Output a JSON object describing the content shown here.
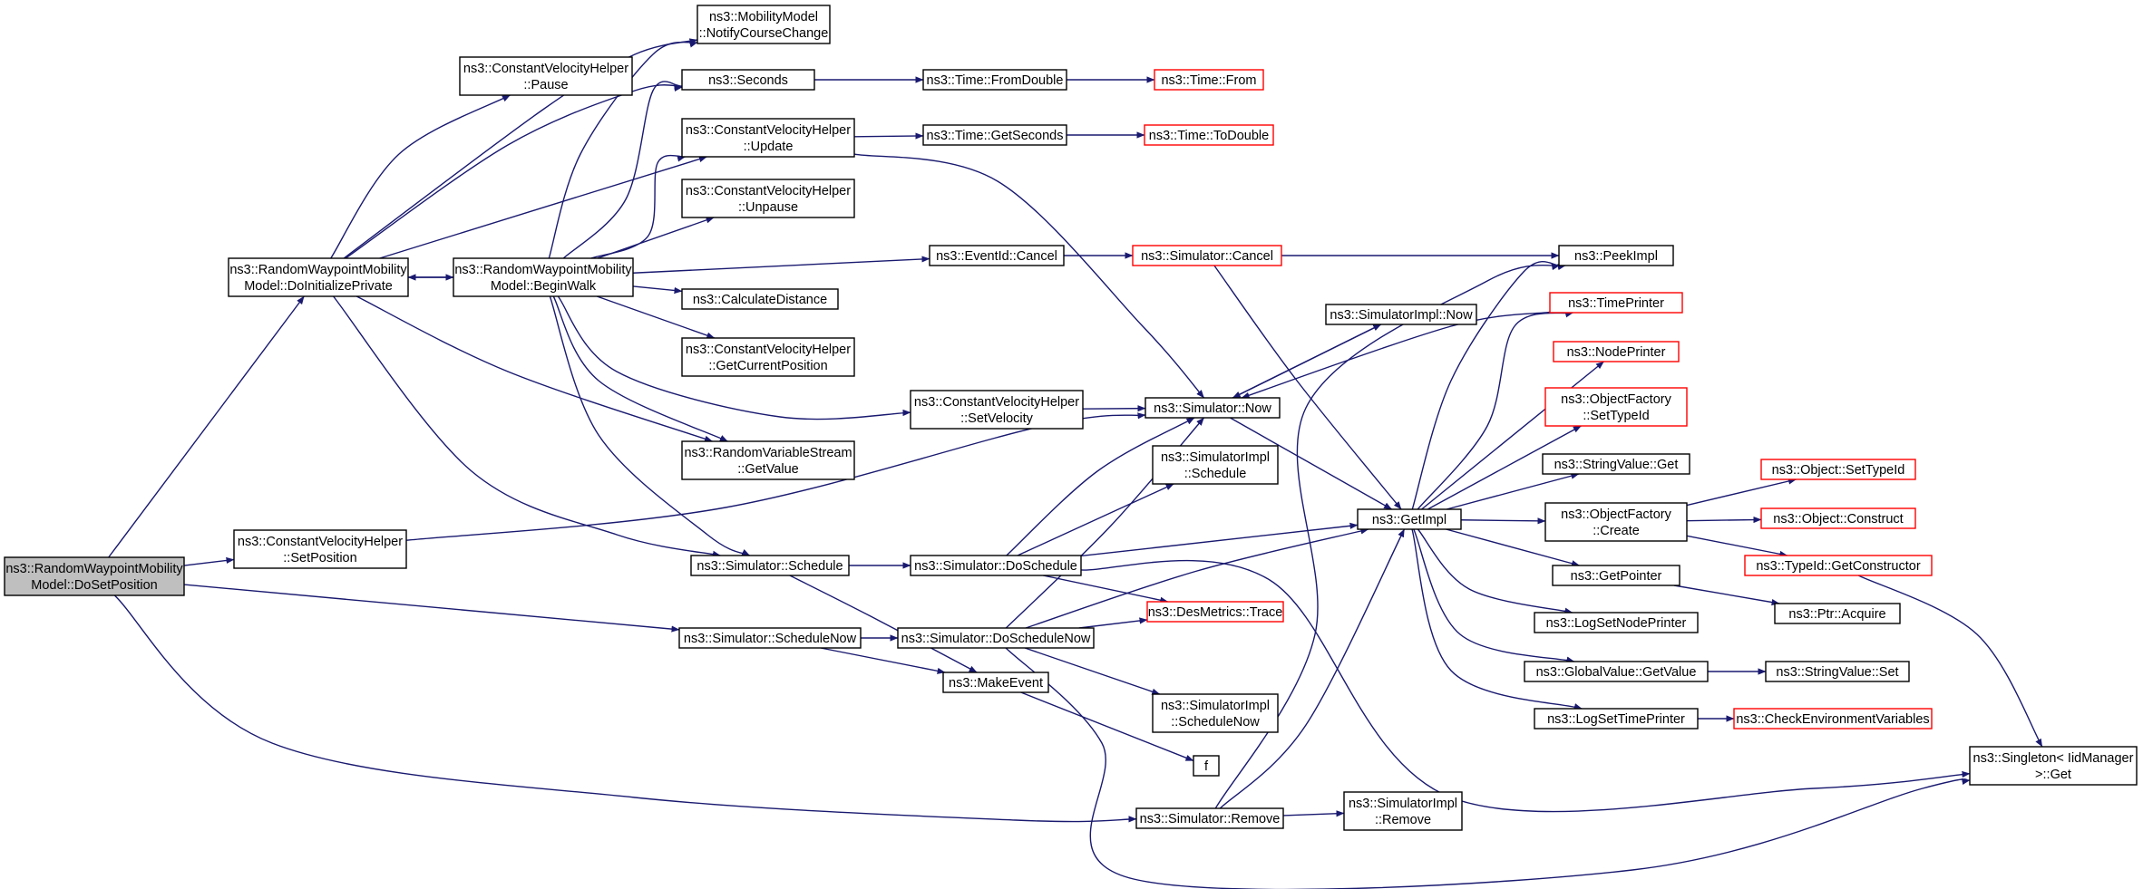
{
  "diagram": {
    "colors": {
      "edge": "#191970",
      "border_default": "#000000",
      "border_truncated": "#ff0000",
      "fill_default": "#ffffff",
      "fill_root": "#bfbfbf"
    },
    "nodes": [
      {
        "id": "doSetPosition",
        "lines": [
          "ns3::RandomWaypointMobility",
          "Model::DoSetPosition"
        ],
        "style": "root"
      },
      {
        "id": "doInitPriv",
        "lines": [
          "ns3::RandomWaypointMobility",
          "Model::DoInitializePrivate"
        ],
        "style": "normal"
      },
      {
        "id": "cvhSetPos",
        "lines": [
          "ns3::ConstantVelocityHelper",
          "::SetPosition"
        ],
        "style": "normal"
      },
      {
        "id": "cvhPause",
        "lines": [
          "ns3::ConstantVelocityHelper",
          "::Pause"
        ],
        "style": "normal"
      },
      {
        "id": "mmNotify",
        "lines": [
          "ns3::MobilityModel",
          "::NotifyCourseChange"
        ],
        "style": "normal"
      },
      {
        "id": "seconds",
        "lines": [
          "ns3::Seconds"
        ],
        "style": "normal"
      },
      {
        "id": "cvhUpdate",
        "lines": [
          "ns3::ConstantVelocityHelper",
          "::Update"
        ],
        "style": "normal"
      },
      {
        "id": "cvhUnpause",
        "lines": [
          "ns3::ConstantVelocityHelper",
          "::Unpause"
        ],
        "style": "normal"
      },
      {
        "id": "beginWalk",
        "lines": [
          "ns3::RandomWaypointMobility",
          "Model::BeginWalk"
        ],
        "style": "normal"
      },
      {
        "id": "calcDist",
        "lines": [
          "ns3::CalculateDistance"
        ],
        "style": "normal"
      },
      {
        "id": "cvhGetCur",
        "lines": [
          "ns3::ConstantVelocityHelper",
          "::GetCurrentPosition"
        ],
        "style": "normal"
      },
      {
        "id": "rvsGetValue",
        "lines": [
          "ns3::RandomVariableStream",
          "::GetValue"
        ],
        "style": "normal"
      },
      {
        "id": "simSchedule",
        "lines": [
          "ns3::Simulator::Schedule"
        ],
        "style": "normal"
      },
      {
        "id": "simScheduleNow",
        "lines": [
          "ns3::Simulator::ScheduleNow"
        ],
        "style": "normal"
      },
      {
        "id": "timeFromDouble",
        "lines": [
          "ns3::Time::FromDouble"
        ],
        "style": "normal"
      },
      {
        "id": "timeFrom",
        "lines": [
          "ns3::Time::From"
        ],
        "style": "truncated"
      },
      {
        "id": "timeGetSeconds",
        "lines": [
          "ns3::Time::GetSeconds"
        ],
        "style": "normal"
      },
      {
        "id": "timeToDouble",
        "lines": [
          "ns3::Time::ToDouble"
        ],
        "style": "truncated"
      },
      {
        "id": "eventIdCancel",
        "lines": [
          "ns3::EventId::Cancel"
        ],
        "style": "normal"
      },
      {
        "id": "simCancel",
        "lines": [
          "ns3::Simulator::Cancel"
        ],
        "style": "truncated"
      },
      {
        "id": "cvhSetVel",
        "lines": [
          "ns3::ConstantVelocityHelper",
          "::SetVelocity"
        ],
        "style": "normal"
      },
      {
        "id": "simNow",
        "lines": [
          "ns3::Simulator::Now"
        ],
        "style": "normal"
      },
      {
        "id": "simImplNow",
        "lines": [
          "ns3::SimulatorImpl::Now"
        ],
        "style": "normal"
      },
      {
        "id": "simImplSchedule",
        "lines": [
          "ns3::SimulatorImpl",
          "::Schedule"
        ],
        "style": "normal"
      },
      {
        "id": "simDoSchedule",
        "lines": [
          "ns3::Simulator::DoSchedule"
        ],
        "style": "normal"
      },
      {
        "id": "simDoScheduleNow",
        "lines": [
          "ns3::Simulator::DoScheduleNow"
        ],
        "style": "normal"
      },
      {
        "id": "desMetricsTrace",
        "lines": [
          "ns3::DesMetrics::Trace"
        ],
        "style": "truncated"
      },
      {
        "id": "makeEvent",
        "lines": [
          "ns3::MakeEvent"
        ],
        "style": "normal"
      },
      {
        "id": "simImplScheduleNow",
        "lines": [
          "ns3::SimulatorImpl",
          "::ScheduleNow"
        ],
        "style": "normal"
      },
      {
        "id": "f",
        "lines": [
          "f"
        ],
        "style": "normal"
      },
      {
        "id": "simRemove",
        "lines": [
          "ns3::Simulator::Remove"
        ],
        "style": "normal"
      },
      {
        "id": "simImplRemove",
        "lines": [
          "ns3::SimulatorImpl",
          "::Remove"
        ],
        "style": "normal"
      },
      {
        "id": "getImpl",
        "lines": [
          "ns3::GetImpl"
        ],
        "style": "normal"
      },
      {
        "id": "peekImpl",
        "lines": [
          "ns3::PeekImpl"
        ],
        "style": "normal"
      },
      {
        "id": "timePrinter",
        "lines": [
          "ns3::TimePrinter"
        ],
        "style": "truncated"
      },
      {
        "id": "nodePrinter",
        "lines": [
          "ns3::NodePrinter"
        ],
        "style": "truncated"
      },
      {
        "id": "ofSetTypeId",
        "lines": [
          "ns3::ObjectFactory",
          "::SetTypeId"
        ],
        "style": "truncated"
      },
      {
        "id": "stringValueGet",
        "lines": [
          "ns3::StringValue::Get"
        ],
        "style": "normal"
      },
      {
        "id": "ofCreate",
        "lines": [
          "ns3::ObjectFactory",
          "::Create"
        ],
        "style": "normal"
      },
      {
        "id": "getPointer",
        "lines": [
          "ns3::GetPointer"
        ],
        "style": "normal"
      },
      {
        "id": "logSetNodePrinter",
        "lines": [
          "ns3::LogSetNodePrinter"
        ],
        "style": "normal"
      },
      {
        "id": "gvGetValue",
        "lines": [
          "ns3::GlobalValue::GetValue"
        ],
        "style": "normal"
      },
      {
        "id": "logSetTimePrinter",
        "lines": [
          "ns3::LogSetTimePrinter"
        ],
        "style": "normal"
      },
      {
        "id": "objSetTypeId",
        "lines": [
          "ns3::Object::SetTypeId"
        ],
        "style": "truncated"
      },
      {
        "id": "objConstruct",
        "lines": [
          "ns3::Object::Construct"
        ],
        "style": "truncated"
      },
      {
        "id": "typeIdGetCtor",
        "lines": [
          "ns3::TypeId::GetConstructor"
        ],
        "style": "truncated"
      },
      {
        "id": "ptrAcquire",
        "lines": [
          "ns3::Ptr::Acquire"
        ],
        "style": "normal"
      },
      {
        "id": "stringValueSet",
        "lines": [
          "ns3::StringValue::Set"
        ],
        "style": "normal"
      },
      {
        "id": "checkEnvVars",
        "lines": [
          "ns3::CheckEnvironmentVariables"
        ],
        "style": "truncated"
      },
      {
        "id": "singletonGet",
        "lines": [
          "ns3::Singleton< IidManager",
          " >::Get"
        ],
        "style": "normal"
      }
    ],
    "edges": [
      [
        "doSetPosition",
        "doInitPriv"
      ],
      [
        "doSetPosition",
        "cvhSetPos"
      ],
      [
        "doSetPosition",
        "simScheduleNow"
      ],
      [
        "doSetPosition",
        "simRemove"
      ],
      [
        "doInitPriv",
        "cvhPause"
      ],
      [
        "doInitPriv",
        "mmNotify"
      ],
      [
        "doInitPriv",
        "seconds"
      ],
      [
        "doInitPriv",
        "cvhUpdate"
      ],
      [
        "doInitPriv",
        "beginWalk"
      ],
      [
        "doInitPriv",
        "rvsGetValue"
      ],
      [
        "doInitPriv",
        "simSchedule"
      ],
      [
        "beginWalk",
        "doInitPriv"
      ],
      [
        "beginWalk",
        "mmNotify"
      ],
      [
        "beginWalk",
        "seconds"
      ],
      [
        "beginWalk",
        "cvhUpdate"
      ],
      [
        "beginWalk",
        "cvhUnpause"
      ],
      [
        "beginWalk",
        "calcDist"
      ],
      [
        "beginWalk",
        "cvhGetCur"
      ],
      [
        "beginWalk",
        "rvsGetValue"
      ],
      [
        "beginWalk",
        "eventIdCancel"
      ],
      [
        "beginWalk",
        "cvhSetVel"
      ],
      [
        "beginWalk",
        "simSchedule"
      ],
      [
        "cvhSetPos",
        "simNow"
      ],
      [
        "seconds",
        "timeFromDouble"
      ],
      [
        "timeFromDouble",
        "timeFrom"
      ],
      [
        "cvhUpdate",
        "timeGetSeconds"
      ],
      [
        "cvhUpdate",
        "simNow"
      ],
      [
        "timeGetSeconds",
        "timeToDouble"
      ],
      [
        "eventIdCancel",
        "simCancel"
      ],
      [
        "simCancel",
        "peekImpl"
      ],
      [
        "simCancel",
        "getImpl"
      ],
      [
        "cvhSetVel",
        "simNow"
      ],
      [
        "simNow",
        "simImplNow"
      ],
      [
        "simNow",
        "getImpl"
      ],
      [
        "simSchedule",
        "simDoSchedule"
      ],
      [
        "simSchedule",
        "makeEvent"
      ],
      [
        "simScheduleNow",
        "simDoScheduleNow"
      ],
      [
        "simScheduleNow",
        "makeEvent"
      ],
      [
        "simDoSchedule",
        "simNow"
      ],
      [
        "simDoSchedule",
        "simImplSchedule"
      ],
      [
        "simDoSchedule",
        "getImpl"
      ],
      [
        "simDoSchedule",
        "desMetricsTrace"
      ],
      [
        "simDoSchedule",
        "singletonGet"
      ],
      [
        "simDoScheduleNow",
        "simNow"
      ],
      [
        "simDoScheduleNow",
        "getImpl"
      ],
      [
        "simDoScheduleNow",
        "desMetricsTrace"
      ],
      [
        "simDoScheduleNow",
        "simImplScheduleNow"
      ],
      [
        "simDoScheduleNow",
        "singletonGet"
      ],
      [
        "makeEvent",
        "f"
      ],
      [
        "simRemove",
        "getImpl"
      ],
      [
        "simRemove",
        "simImplRemove"
      ],
      [
        "simRemove",
        "peekImpl"
      ],
      [
        "simImplNow",
        "simNow"
      ],
      [
        "timePrinter",
        "simNow"
      ],
      [
        "getImpl",
        "peekImpl"
      ],
      [
        "getImpl",
        "timePrinter"
      ],
      [
        "getImpl",
        "nodePrinter"
      ],
      [
        "getImpl",
        "ofSetTypeId"
      ],
      [
        "getImpl",
        "stringValueGet"
      ],
      [
        "getImpl",
        "ofCreate"
      ],
      [
        "getImpl",
        "getPointer"
      ],
      [
        "getImpl",
        "logSetNodePrinter"
      ],
      [
        "getImpl",
        "gvGetValue"
      ],
      [
        "getImpl",
        "logSetTimePrinter"
      ],
      [
        "ofCreate",
        "objSetTypeId"
      ],
      [
        "ofCreate",
        "objConstruct"
      ],
      [
        "ofCreate",
        "typeIdGetCtor"
      ],
      [
        "getPointer",
        "ptrAcquire"
      ],
      [
        "gvGetValue",
        "stringValueSet"
      ],
      [
        "logSetTimePrinter",
        "checkEnvVars"
      ],
      [
        "typeIdGetCtor",
        "singletonGet"
      ]
    ]
  }
}
